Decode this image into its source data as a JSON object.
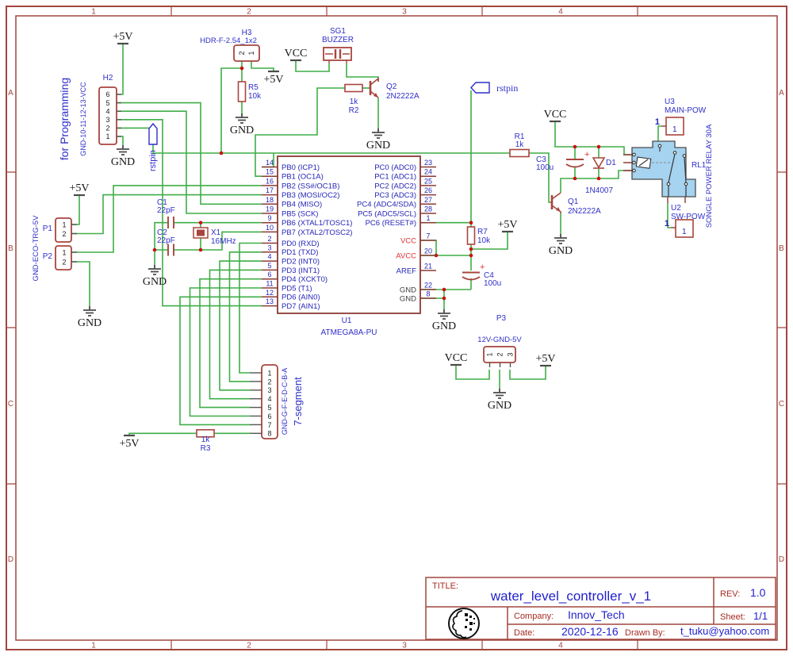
{
  "sheet": {
    "grid_cols": [
      "1",
      "2",
      "3",
      "4"
    ],
    "grid_rows": [
      "A",
      "B",
      "C",
      "D"
    ],
    "title_label": "TITLE:",
    "title": "water_level_controller_v_1",
    "rev_label": "REV:",
    "rev": "1.0",
    "company_label": "Company:",
    "company": "Innov_Tech",
    "sheet_label": "Sheet:",
    "sheet_value": "1/1",
    "date_label": "Date:",
    "date": "2020-12-16",
    "drawn_label": "Drawn By:",
    "drawn_by": "t_tuku@yahoo.com"
  },
  "net_labels": {
    "p5v": "+5V",
    "vcc": "VCC",
    "gnd": "GND",
    "rstpin": "rstpin"
  },
  "captions": {
    "for_programming": "for Programming",
    "h2_pinout": "GND-10-11-12-13-VCC",
    "p12_pinout": "GND-ECO-TRG-5V",
    "seg_pinout": "GND-G-F-E-D-C-B-A",
    "seg_caption": "7-segment",
    "relay_caption": "SONGLE POWER RELAY 30A"
  },
  "components": {
    "u1": {
      "ref": "U1",
      "part": "ATMEGA8A-PU",
      "left_pins": [
        {
          "num": "14",
          "name": "PB0 (ICP1)"
        },
        {
          "num": "15",
          "name": "PB1 (OC1A)"
        },
        {
          "num": "16",
          "name": "PB2 (SS#/OC1B)"
        },
        {
          "num": "17",
          "name": "PB3 (MOSI/OC2)"
        },
        {
          "num": "18",
          "name": "PB4 (MISO)"
        },
        {
          "num": "19",
          "name": "PB5 (SCK)"
        },
        {
          "num": "9",
          "name": "PB6 (XTAL1/TOSC1)"
        },
        {
          "num": "10",
          "name": "PB7 (XTAL2/TOSC2)"
        },
        {
          "num": "2",
          "name": "PD0 (RXD)"
        },
        {
          "num": "3",
          "name": "PD1 (TXD)"
        },
        {
          "num": "4",
          "name": "PD2 (INT0)"
        },
        {
          "num": "5",
          "name": "PD3 (INT1)"
        },
        {
          "num": "6",
          "name": "PD4 (XCKT0)"
        },
        {
          "num": "11",
          "name": "PD5 (T1)"
        },
        {
          "num": "12",
          "name": "PD6 (AIN0)"
        },
        {
          "num": "13",
          "name": "PD7 (AIN1)"
        }
      ],
      "right_pins": [
        {
          "num": "23",
          "name": "PC0 (ADC0)",
          "color": "blue"
        },
        {
          "num": "24",
          "name": "PC1 (ADC1)",
          "color": "blue"
        },
        {
          "num": "25",
          "name": "PC2 (ADC2)",
          "color": "blue"
        },
        {
          "num": "26",
          "name": "PC3 (ADC3)",
          "color": "blue"
        },
        {
          "num": "27",
          "name": "PC4 (ADC4/SDA)",
          "color": "blue"
        },
        {
          "num": "28",
          "name": "PC5 (ADC5/SCL)",
          "color": "blue"
        },
        {
          "num": "1",
          "name": "PC6 (RESET#)",
          "color": "blue"
        },
        {
          "num": "7",
          "name": "VCC",
          "color": "red"
        },
        {
          "num": "20",
          "name": "AVCC",
          "color": "red"
        },
        {
          "num": "21",
          "name": "AREF",
          "color": "blue"
        },
        {
          "num": "22",
          "name": "GND",
          "color": "dark"
        },
        {
          "num": "8",
          "name": "GND",
          "color": "dark"
        }
      ]
    },
    "h2": {
      "ref": "H2",
      "pins": [
        "6",
        "5",
        "4",
        "3",
        "2",
        "1"
      ]
    },
    "h3": {
      "ref": "H3",
      "part": "HDR-F-2.54_1x2",
      "pins": [
        "2",
        "1"
      ]
    },
    "sg1": {
      "ref": "SG1",
      "part": "BUZZER"
    },
    "q1": {
      "ref": "Q1",
      "part": "2N2222A"
    },
    "q2": {
      "ref": "Q2",
      "part": "2N2222A"
    },
    "r1": {
      "ref": "R1",
      "value": "1k"
    },
    "r2": {
      "ref": "R2",
      "value": "1k"
    },
    "r3": {
      "ref": "R3",
      "value": "1k"
    },
    "r5": {
      "ref": "R5",
      "value": "10k"
    },
    "r7": {
      "ref": "R7",
      "value": "10k"
    },
    "c1": {
      "ref": "C1",
      "value": "22pF"
    },
    "c2": {
      "ref": "C2",
      "value": "22pF"
    },
    "c3": {
      "ref": "C3",
      "value": "100u"
    },
    "c4": {
      "ref": "C4",
      "value": "100u"
    },
    "x1": {
      "ref": "X1",
      "value": "16MHz"
    },
    "d1": {
      "ref": "D1",
      "part": "1N4007"
    },
    "rl1": {
      "ref": "RL1"
    },
    "u3": {
      "ref": "U3",
      "name": "MAIN-POW",
      "pin": "1"
    },
    "u2": {
      "ref": "U2",
      "name": "SW-POW",
      "pin": "1"
    },
    "p1": {
      "ref": "P1",
      "pins": [
        "1",
        "2"
      ]
    },
    "p2": {
      "ref": "P2",
      "pins": [
        "1",
        "2"
      ]
    },
    "p3": {
      "ref": "P3",
      "part": "12V-GND-5V",
      "pins": [
        "1",
        "2",
        "3"
      ]
    },
    "seg": {
      "pins": [
        "1",
        "2",
        "3",
        "4",
        "5",
        "6",
        "7",
        "8"
      ]
    }
  },
  "colors": {
    "wire": "#3fae47",
    "component_outline": "#a8453e",
    "chip_outline": "#8b3a35",
    "frame": "#a1463f",
    "label_blue": "#2f2fc9",
    "net_red": "#e03232",
    "junction": "#cc1111",
    "relay_fill": "#a5d3f0"
  }
}
